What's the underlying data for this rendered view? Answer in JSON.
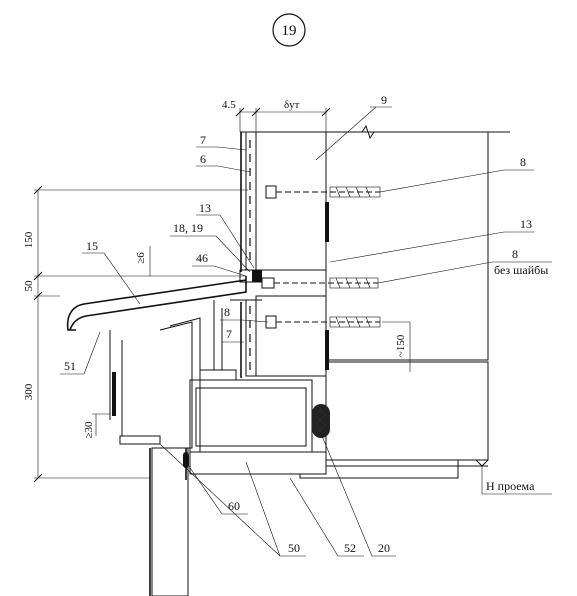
{
  "detail_number": "19",
  "callouts": {
    "c9": "9",
    "c7a": "7",
    "c6": "6",
    "c8a": "8",
    "c13a": "13",
    "c18_19": "18, 19",
    "c13b": "13",
    "c46": "46",
    "c8b": "8",
    "c8b_note": "без шайбы",
    "c15": "15",
    "c8c": "8",
    "c7b": "7",
    "c51": "51",
    "c60": "60",
    "c50": "50",
    "c52": "52",
    "c20": "20"
  },
  "dimensions": {
    "d4_5": "4.5",
    "d_ut": "δут",
    "d150": "150",
    "d50": "50",
    "d300": "300",
    "d_ge6": "≥6",
    "d_ge30": "≥30",
    "d_about150": "~150"
  },
  "level_mark": "Н проема"
}
